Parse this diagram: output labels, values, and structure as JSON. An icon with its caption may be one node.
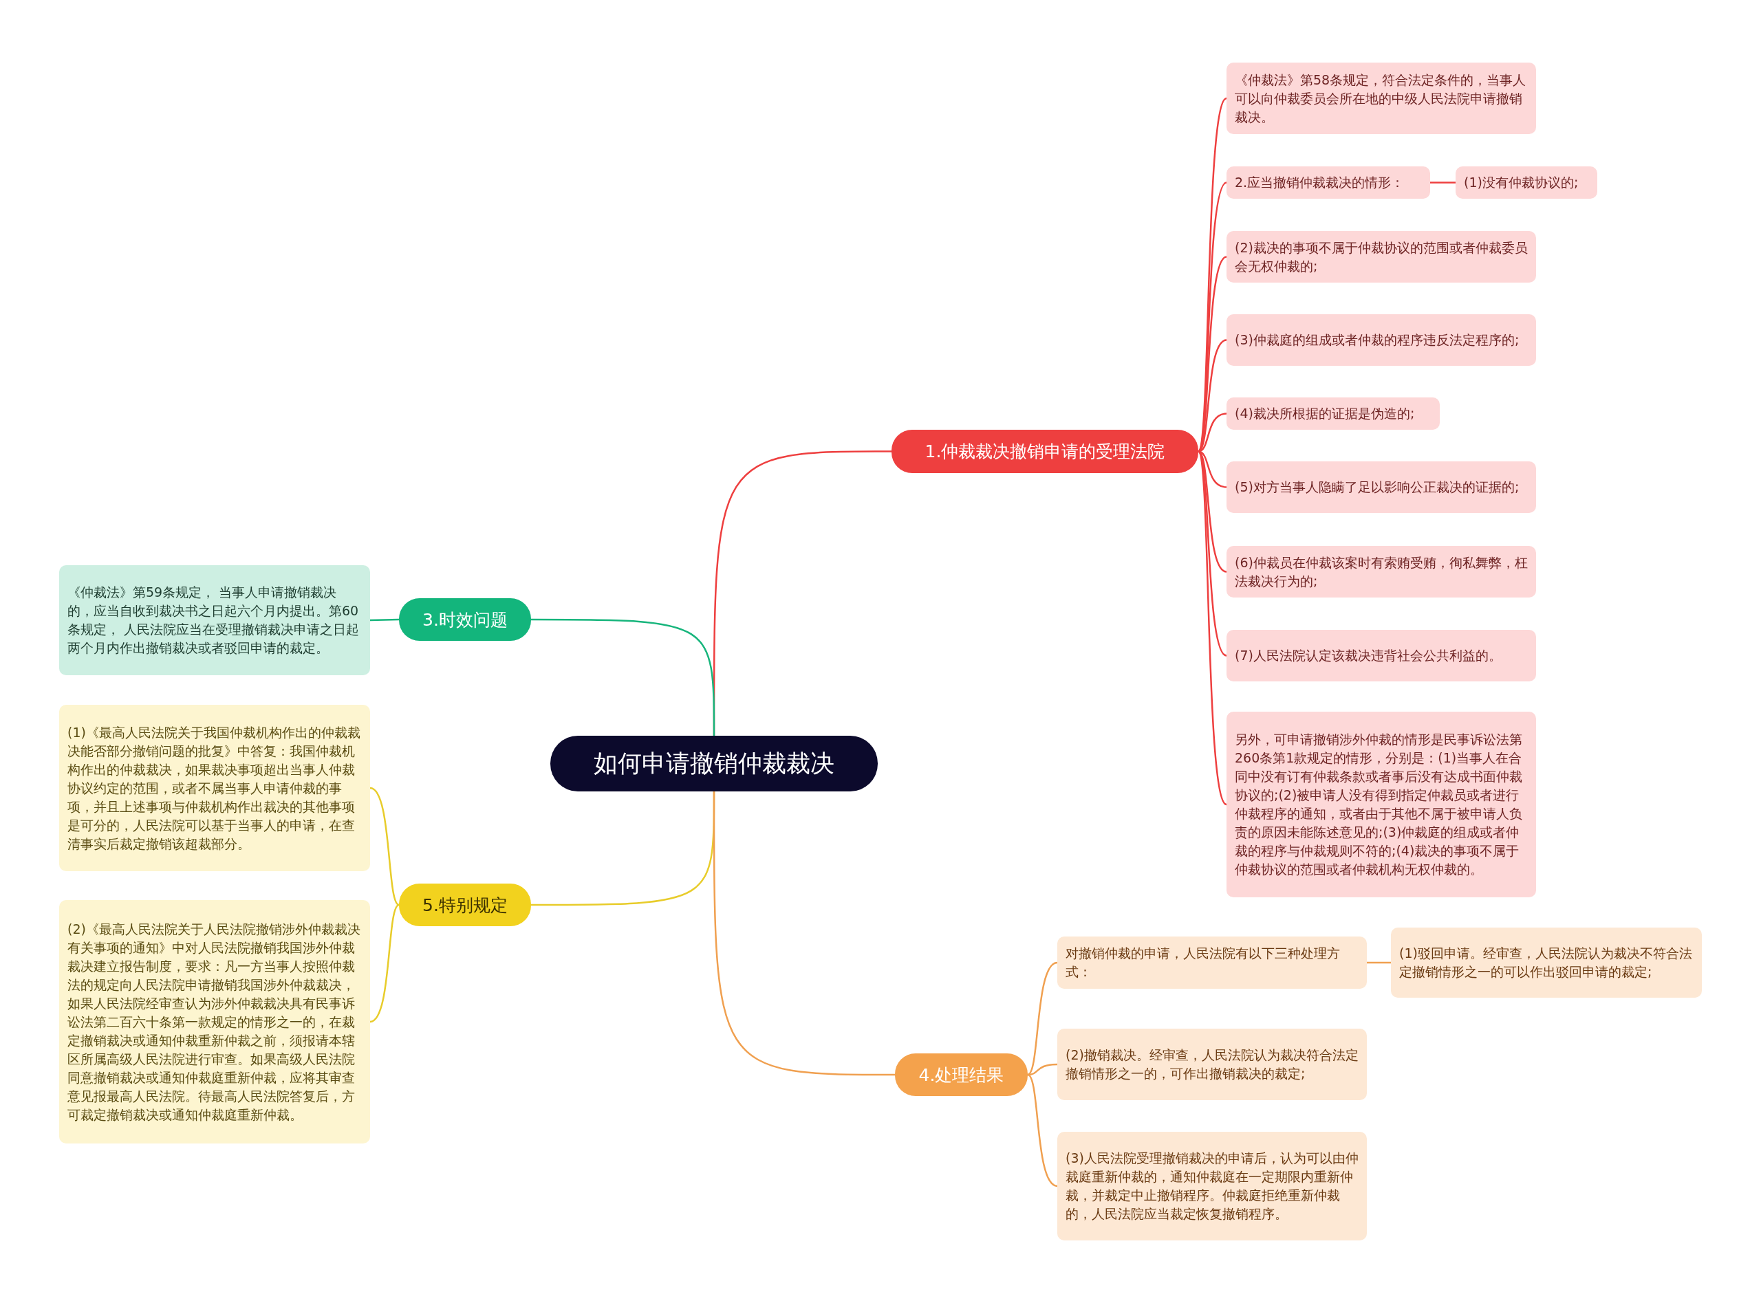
{
  "diagram": {
    "nodes": [
      {
        "text": [
          "如何申请撤销仲裁裁决"
        ]
      },
      {
        "text": [
          "1.仲裁裁决撤销申请的受理法院"
        ]
      },
      {
        "text": [
          "《仲裁法》第58条规定，符合法定条件的，当事人可以向仲裁委员会所在地的中级人民法院申请撤销裁决。"
        ]
      },
      {
        "text": [
          "2.应当撤销仲裁裁决的情形："
        ]
      },
      {
        "text": [
          "(1)没有仲裁协议的;"
        ]
      },
      {
        "text": [
          "(2)裁决的事项不属于仲裁协议的范围或者仲裁委员会无权仲裁的;"
        ]
      },
      {
        "text": [
          "(3)仲裁庭的组成或者仲裁的程序违反法定程序的;"
        ]
      },
      {
        "text": [
          "(4)裁决所根据的证据是伪造的;"
        ]
      },
      {
        "text": [
          "(5)对方当事人隐瞒了足以影响公正裁决的证据的;"
        ]
      },
      {
        "text": [
          "(6)仲裁员在仲裁该案时有索贿受贿，徇私舞弊，枉法裁决行为的;"
        ]
      },
      {
        "text": [
          "(7)人民法院认定该裁决违背社会公共利益的。"
        ]
      },
      {
        "text": [
          "另外，可申请撤销涉外仲裁的情形是民事诉讼法第260条第1款规定的情形，分别是：(1)当事人在合同中没有订有仲裁条款或者事后没有达成书面仲裁协议的;(2)被申请人没有得到指定仲裁员或者进行仲裁程序的通知，或者由于其他不属于被申请人负责的原因未能陈述意见的;(3)仲裁庭的组成或者仲裁的程序与仲裁规则不符的;(4)裁决的事项不属于仲裁协议的范围或者仲裁机构无权仲裁的。"
        ]
      },
      {
        "text": [
          "3.时效问题"
        ]
      },
      {
        "text": [
          "《仲裁法》第59条规定， 当事人申请撤销裁决的，应当自收到裁决书之日起六个月内提出。第60条规定， 人民法院应当在受理撤销裁决申请之日起两个月内作出撤销裁决或者驳回申请的裁定。"
        ]
      },
      {
        "text": [
          "5.特别规定"
        ]
      },
      {
        "text": [
          "(1)《最高人民法院关于我国仲裁机构作出的仲裁裁决能否部分撤销问题的批复》中答复：我国仲裁机构作出的仲裁裁决，如果裁决事项超出当事人仲裁协议约定的范围，或者不属当事人申请仲裁的事项，并且上述事项与仲裁机构作出裁决的其他事项是可分的，人民法院可以基于当事人的申请，在查清事实后裁定撤销该超裁部分。"
        ]
      },
      {
        "text": [
          "(2)《最高人民法院关于人民法院撤销涉外仲裁裁决有关事项的通知》中对人民法院撤销我国涉外仲裁裁决建立报告制度，要求：凡一方当事人按照仲裁法的规定向人民法院申请撤销我国涉外仲裁裁决，如果人民法院经审查认为涉外仲裁裁决具有民事诉讼法第二百六十条第一款规定的情形之一的，在裁定撤销裁决或通知仲裁重新仲裁之前，须报请本辖区所属高级人民法院进行审查。如果高级人民法院同意撤销裁决或通知仲裁庭重新仲裁，应将其审查意见报最高人民法院。待最高人民法院答复后，方可裁定撤销裁决或通知仲裁庭重新仲裁。"
        ]
      },
      {
        "text": [
          "4.处理结果"
        ]
      },
      {
        "text": [
          "对撤销仲裁的申请，人民法院有以下三种处理方式："
        ]
      },
      {
        "text": [
          "(1)驳回申请。经审查，人民法院认为裁决不符合法定撤销情形之一的可以作出驳回申请的裁定;"
        ]
      },
      {
        "text": [
          "(2)撤销裁决。经审查，人民法院认为裁决符合法定撤销情形之一的，可作出撤销裁决的裁定;"
        ]
      },
      {
        "text": [
          "(3)人民法院受理撤销裁决的申请后，认为可以由仲裁庭重新仲裁的，通知仲裁庭在一定期限内重新仲裁，并裁定中止撤销程序。仲裁庭拒绝重新仲裁的，人民法院应当裁定恢复撤销程序。"
        ]
      }
    ],
    "edges": [
      {
        "from": 0,
        "to": 1,
        "arrow": "none"
      },
      {
        "from": 1,
        "to": 2,
        "arrow": "none"
      },
      {
        "from": 1,
        "to": 3,
        "arrow": "none"
      },
      {
        "from": 3,
        "to": 4,
        "arrow": "none"
      },
      {
        "from": 1,
        "to": 5,
        "arrow": "none"
      },
      {
        "from": 1,
        "to": 6,
        "arrow": "none"
      },
      {
        "from": 1,
        "to": 7,
        "arrow": "none"
      },
      {
        "from": 1,
        "to": 8,
        "arrow": "none"
      },
      {
        "from": 1,
        "to": 9,
        "arrow": "none"
      },
      {
        "from": 1,
        "to": 10,
        "arrow": "none"
      },
      {
        "from": 1,
        "to": 11,
        "arrow": "none"
      },
      {
        "from": 0,
        "to": 12,
        "arrow": "none",
        "color": "#17b57c"
      },
      {
        "from": 12,
        "to": 13,
        "arrow": "none",
        "color": "#17b57c"
      },
      {
        "from": 0,
        "to": 14,
        "arrow": "none",
        "color": "#e8cc2a"
      },
      {
        "from": 14,
        "to": 15,
        "arrow": "none",
        "color": "#e8cc2a"
      },
      {
        "from": 14,
        "to": 16,
        "arrow": "none",
        "color": "#e8cc2a"
      },
      {
        "from": 0,
        "to": 17,
        "arrow": "none",
        "color": "#f0a050"
      },
      {
        "from": 17,
        "to": 18,
        "arrow": "none",
        "color": "#f0a050"
      },
      {
        "from": 18,
        "to": 19,
        "arrow": "none",
        "color": "#f0a050"
      },
      {
        "from": 17,
        "to": 20,
        "arrow": "none",
        "color": "#f0a050"
      },
      {
        "from": 17,
        "to": 21,
        "arrow": "none",
        "color": "#f0a050"
      }
    ]
  }
}
